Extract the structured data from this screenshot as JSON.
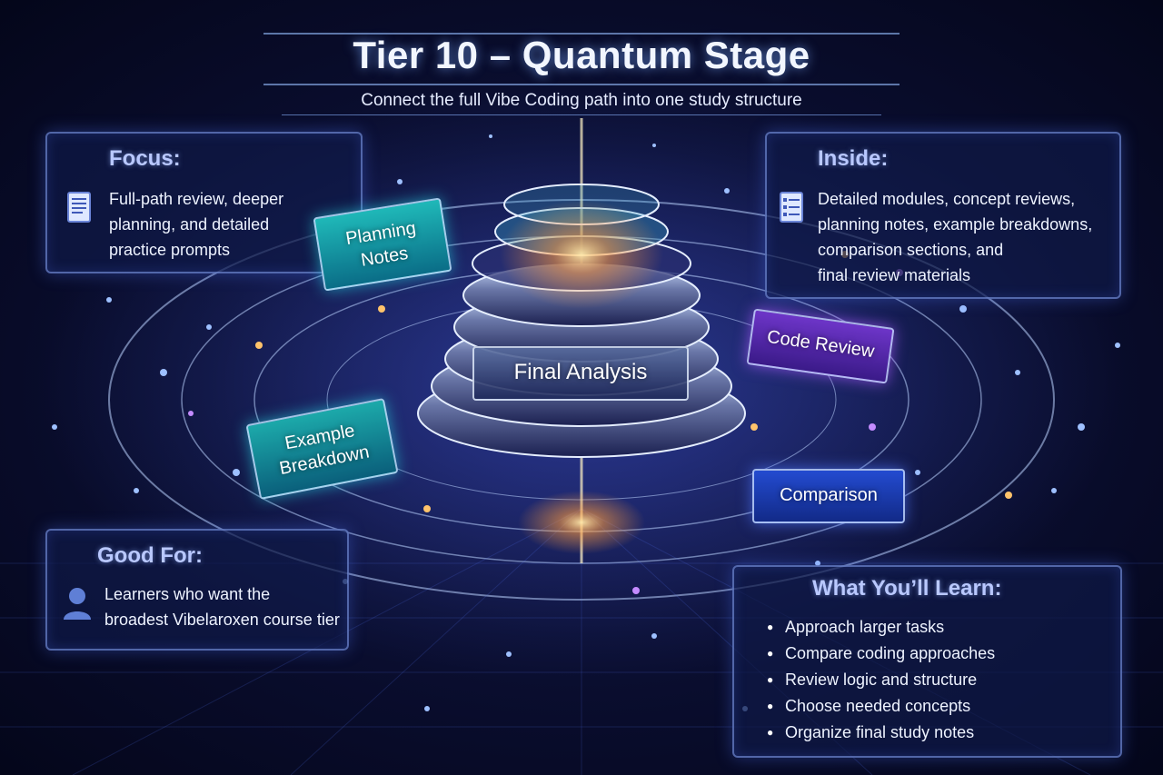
{
  "header": {
    "title": "Tier 10 – Quantum Stage",
    "subtitle": "Connect the full Vibe Coding path into one study structure"
  },
  "focus": {
    "heading": "Focus:",
    "lines": [
      "Full-path review, deeper",
      "planning, and detailed",
      "practice prompts"
    ],
    "icon": "document-icon"
  },
  "inside": {
    "heading": "Inside:",
    "lines": [
      "Detailed modules, concept reviews,",
      "planning notes, example breakdowns,",
      "comparison sections, and",
      "final review materials"
    ],
    "icon": "checklist-icon"
  },
  "good_for": {
    "heading": "Good For:",
    "lines": [
      "Learners who want the",
      "broadest Vibelaroxen course tier"
    ],
    "icon": "user-icon"
  },
  "learn": {
    "heading": "What You’ll Learn:",
    "items": [
      "Approach larger tasks",
      "Compare coding approaches",
      "Review logic and structure",
      "Choose needed concepts",
      "Organize final study notes"
    ]
  },
  "tags": {
    "planning": [
      "Planning",
      "Notes"
    ],
    "example": [
      "Example",
      "Breakdown"
    ],
    "code_review": "Code Review",
    "comparison": "Comparison",
    "final_analysis": "Final Analysis"
  },
  "colors": {
    "background": "#0b0f33",
    "teal": "#1fb8b8",
    "purple": "#6d35c8",
    "blue": "#234bd0",
    "glow": "#ffb347"
  }
}
